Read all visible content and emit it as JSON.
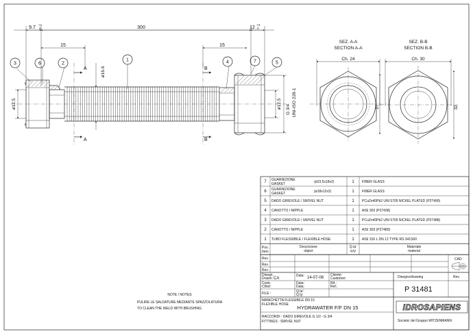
{
  "dims": {
    "left_offset": "9.7",
    "left_tol_top": "+1",
    "left_tol_bot": "0",
    "overall": "300",
    "right_offset": "12",
    "right_tol_top": "+3",
    "right_tol_bot": "0",
    "left_15": "15",
    "right_15": "15",
    "dia_hose": "ø16.6",
    "dia_left": "ø12.5",
    "dia_right": "ø12.5",
    "thread_g": "G 3/4",
    "thread_uni": "UNI-ISO 228-1"
  },
  "balloons": [
    "3",
    "6",
    "2",
    "1",
    "4",
    "7",
    "5"
  ],
  "section_marks": {
    "a": "A",
    "b": "B"
  },
  "sections": {
    "a_title_it": "SEZ. A-A",
    "a_title_en": "SECTION A-A",
    "a_ch": "Ch. 24",
    "a_h": "27",
    "b_title_it": "SEZ. B-B",
    "b_title_en": "SECTION B-B",
    "b_ch": "Ch. 30",
    "b_h": "32"
  },
  "bom": {
    "rows": [
      {
        "pos": "7",
        "desc_it": "GUARNIZIONE",
        "desc_en": "GASKET",
        "size": "(ø23.5x18x2)",
        "qty": "1",
        "material": "FIBER GLASS"
      },
      {
        "pos": "6",
        "desc_it": "GUARNIZIONE",
        "desc_en": "GASKET",
        "size": "(ø18x12x2)",
        "qty": "1",
        "material": "FIBER GLASS"
      },
      {
        "pos": "5",
        "desc_it": "DADO GIREVOLE / SWIVEL NUT",
        "desc_en": "",
        "size": "",
        "qty": "1",
        "material": "PCuZn40Pb2  UNI 5705  NICKEL PLATED  (P27490)"
      },
      {
        "pos": "4",
        "desc_it": "CANOTTO / NIPPLE",
        "desc_en": "",
        "size": "",
        "qty": "1",
        "material": "AISI 303  (P27438)"
      },
      {
        "pos": "3",
        "desc_it": "DADO GIREVOLE / SWIVEL NUT",
        "desc_en": "",
        "size": "",
        "qty": "1",
        "material": "PCuZn40Pb2  UNI 5705  NICKEL PLATED  (P27488)"
      },
      {
        "pos": "2",
        "desc_it": "CANOTTO / NIPPLE",
        "desc_en": "",
        "size": "",
        "qty": "1",
        "material": "AISI 303  (P27489)"
      },
      {
        "pos": "1",
        "desc_it": "TUBO FLESSIBILE / FLEXIBLE HOSE",
        "desc_en": "",
        "size": "",
        "qty": "1",
        "material": "AISI 316 L  DN 12  TYPE RS 341S00"
      }
    ],
    "header": {
      "pos_it": "Pos.",
      "pos_en": "item",
      "desc_it": "Descrizione",
      "desc_en": "object",
      "qty_it": "Q.ta'",
      "qty_en": "q.ty",
      "mat_it": "Materiale",
      "mat_en": "material"
    }
  },
  "title_block": {
    "rev": "Rev.",
    "cad": "CAD",
    "disegn": "Disegn.",
    "drawn": "Drawn:",
    "drawn_by": "CA",
    "data": "Data:",
    "date_value": "14-07-08",
    "cliente": "Cliente:",
    "customer": "Customer:",
    "contr": "Contr.",
    "chkd": "Chkd:",
    "data2": "Data:",
    "data3": "Data:",
    "rif": "Rif.:",
    "ref": "Ref.:",
    "file": "FILE :",
    "qta": "Q.ta':",
    "qty": "Q.ty:",
    "drawing_label": "Disegno/drawing",
    "drawing_number": "P  31481",
    "rev_label": "Rev.",
    "desc1": "MANICHETTA FLESSIBILE DN 15",
    "desc2": "FLEXIBLE HOSE",
    "main_title": "HYDRAWATER F/F DN 15",
    "raccordi": "RACCORDI : DADO GIREVOLE G 1/2  -  G 3/4",
    "fittings": "FITTINGS : SWIVEL NUT",
    "company": "IDROSAPIENS",
    "company_sub": "Societa' del Gruppo WITZENMANN"
  },
  "notes": {
    "title": "NOTE / NOTES",
    "line1": "PULIRE LE SALDATURE MEDIANTE SPAZZOLATURA",
    "line2": "TO CLEAN THE WELD WITH BRUSHING"
  }
}
